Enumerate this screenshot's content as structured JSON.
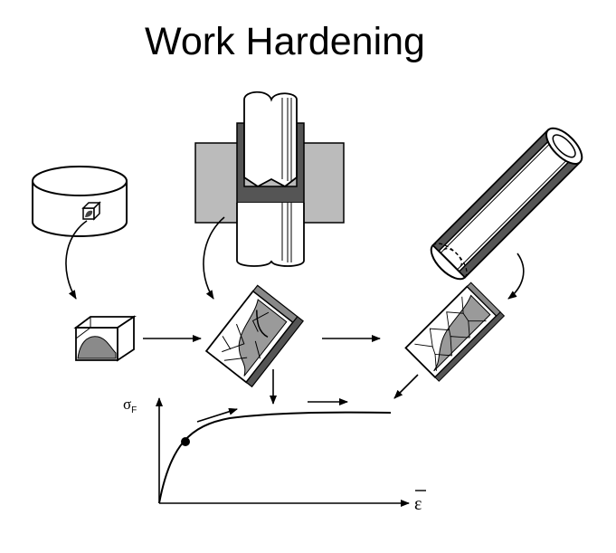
{
  "title": "Work Hardening",
  "axes": {
    "y_label": "σ",
    "y_label_subscript": "F",
    "x_label": "ε"
  },
  "colors": {
    "line": "#000000",
    "fill_gray": "#bbbbbb",
    "dark_gray": "#555555",
    "mid_gray": "#8a8a8a",
    "background": "#ffffff"
  },
  "icons": {
    "billet": "cylinder-billet-icon",
    "extrusion": "extrusion-press-icon",
    "tube": "tube-drawing-icon"
  }
}
